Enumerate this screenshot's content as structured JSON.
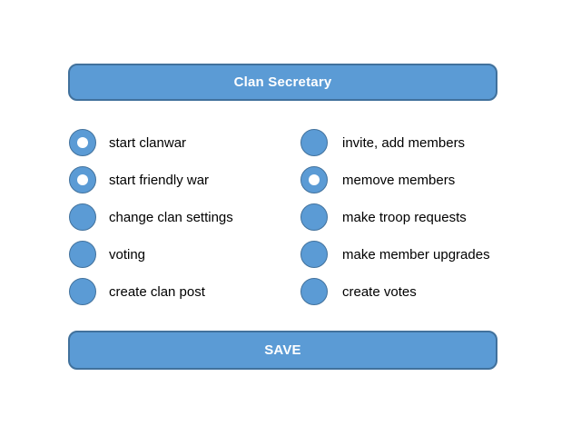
{
  "header": {
    "title": "Clan Secretary"
  },
  "permissions": {
    "left": [
      {
        "label": "start clanwar",
        "ring": true
      },
      {
        "label": "start friendly war",
        "ring": true
      },
      {
        "label": "change clan settings",
        "ring": false
      },
      {
        "label": "voting",
        "ring": false
      },
      {
        "label": "create clan post",
        "ring": false
      }
    ],
    "right": [
      {
        "label": "invite, add members",
        "ring": false
      },
      {
        "label": "memove members",
        "ring": true
      },
      {
        "label": "make troop requests",
        "ring": false
      },
      {
        "label": "make member upgrades",
        "ring": false
      },
      {
        "label": "create votes",
        "ring": false
      }
    ]
  },
  "save": {
    "label": "SAVE"
  },
  "colors": {
    "accent": "#5B9BD5",
    "accent_border": "#41719C",
    "button_text": "#FFFFFF",
    "label_text": "#000000",
    "background": "#FFFFFF"
  }
}
